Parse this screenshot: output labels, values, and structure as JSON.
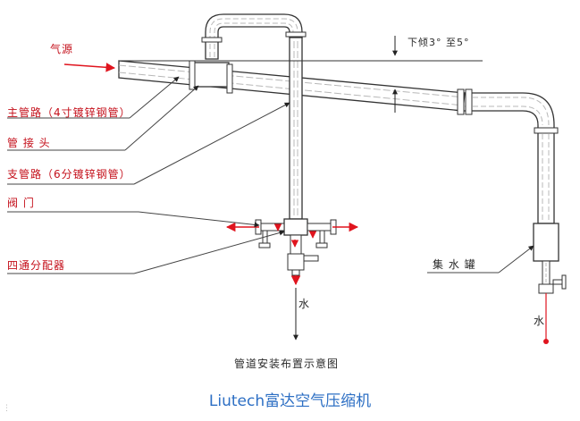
{
  "labels": {
    "gas_source": "气源",
    "main_pipe": "主管路（4寸镀锌钢管）",
    "pipe_joint": "管 接 头",
    "branch_pipe": "支管路（6分镀锌钢管）",
    "valve": "阀 门",
    "four_way": "四通分配器",
    "slope": "下倾3° 至5°",
    "collector": "集 水 罐",
    "water_center": "水",
    "water_right": "水",
    "diagram_title": "管道安装布置示意图"
  },
  "caption": "Liutech富达空气压缩机",
  "colors": {
    "pipe_stroke": "#333333",
    "pipe_fill": "#ffffff",
    "pipe_hatch": "#b8b8b8",
    "arrow_red": "#e0141e",
    "label_red": "#c40f1a",
    "caption_blue": "#2d6fc4"
  }
}
